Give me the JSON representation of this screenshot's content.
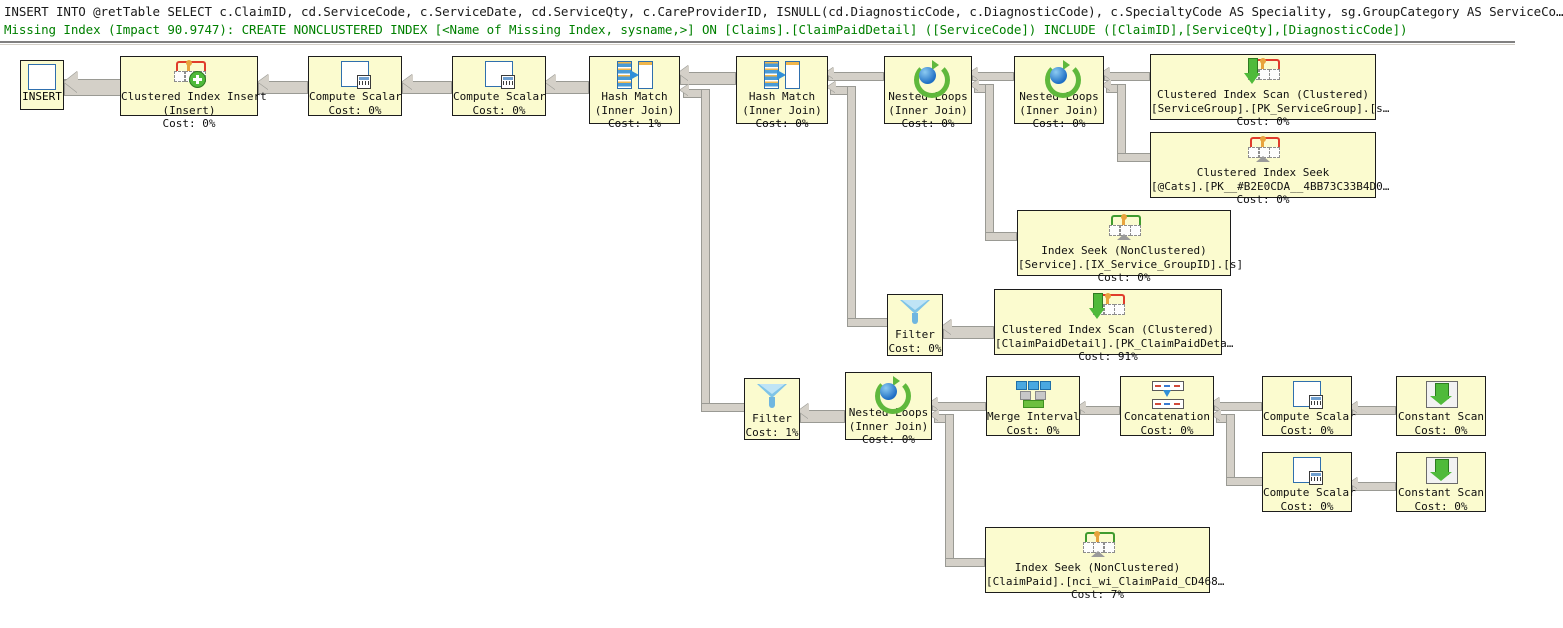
{
  "header": {
    "query_line": "INSERT INTO @retTable SELECT c.ClaimID, cd.ServiceCode, c.ServiceDate, cd.ServiceQty, c.CareProviderID, ISNULL(cd.DiagnosticCode, c.DiagnosticCode), c.SpecialtyCode AS Speciality, sg.GroupCategory AS ServiceCo…",
    "missing_index_line": "Missing Index (Impact 90.9747): CREATE NONCLUSTERED INDEX [<Name of Missing Index, sysname,>] ON [Claims].[ClaimPaidDetail] ([ServiceCode]) INCLUDE ([ClaimID],[ServiceQty],[DiagnosticCode])",
    "missing_index_color": "#008000",
    "query_text_color": "#1a1a1a"
  },
  "theme": {
    "node_fill": "#fbfbcf",
    "node_border": "#1c1c1c",
    "connector_fill": "#d4d0c8",
    "connector_border": "#9a9a94",
    "canvas_background": "#ffffff"
  },
  "nodes": {
    "insert_root": {
      "label": "INSERT",
      "icon": "table-grid-icon"
    },
    "clustered_index_insert": {
      "line1": "Clustered Index Insert",
      "line2": "(Insert)",
      "cost": "Cost: 0%",
      "icon": "index-insert-icon"
    },
    "compute_scalar_1": {
      "line1": "Compute Scalar",
      "cost": "Cost: 0%",
      "icon": "compute-scalar-icon"
    },
    "compute_scalar_2": {
      "line1": "Compute Scalar",
      "cost": "Cost: 0%",
      "icon": "compute-scalar-icon"
    },
    "hash_match_1": {
      "line1": "Hash Match",
      "line2": "(Inner Join)",
      "cost": "Cost: 1%",
      "icon": "hash-match-icon"
    },
    "hash_match_2": {
      "line1": "Hash Match",
      "line2": "(Inner Join)",
      "cost": "Cost: 0%",
      "icon": "hash-match-icon"
    },
    "nested_loops_1": {
      "line1": "Nested Loops",
      "line2": "(Inner Join)",
      "cost": "Cost: 0%",
      "icon": "nested-loops-icon"
    },
    "nested_loops_2": {
      "line1": "Nested Loops",
      "line2": "(Inner Join)",
      "cost": "Cost: 0%",
      "icon": "nested-loops-icon"
    },
    "clustered_index_scan_servicegroup": {
      "line1": "Clustered Index Scan (Clustered)",
      "line2": "[ServiceGroup].[PK_ServiceGroup].[s…",
      "cost": "Cost: 0%",
      "icon": "clustered-index-scan-icon"
    },
    "clustered_index_seek_cats": {
      "line1": "Clustered Index Seek",
      "line2": "[@Cats].[PK__#B2E0CDA__4BB73C33B4D0…",
      "cost": "Cost: 0%",
      "icon": "clustered-index-seek-icon"
    },
    "index_seek_service": {
      "line1": "Index Seek (NonClustered)",
      "line2": "[Service].[IX_Service_GroupID].[s]",
      "cost": "Cost: 0%",
      "icon": "index-seek-icon"
    },
    "filter_1": {
      "line1": "Filter",
      "cost": "Cost: 0%",
      "icon": "filter-icon"
    },
    "clustered_index_scan_claimpaiddetail": {
      "line1": "Clustered Index Scan (Clustered)",
      "line2": "[ClaimPaidDetail].[PK_ClaimPaidDeta…",
      "cost": "Cost: 91%",
      "icon": "clustered-index-scan-icon"
    },
    "filter_2": {
      "line1": "Filter",
      "cost": "Cost: 1%",
      "icon": "filter-icon"
    },
    "nested_loops_3": {
      "line1": "Nested Loops",
      "line2": "(Inner Join)",
      "cost": "Cost: 0%",
      "icon": "nested-loops-icon"
    },
    "merge_interval": {
      "line1": "Merge Interval",
      "cost": "Cost: 0%",
      "icon": "merge-interval-icon"
    },
    "concatenation": {
      "line1": "Concatenation",
      "cost": "Cost: 0%",
      "icon": "concatenation-icon"
    },
    "compute_scalar_3": {
      "line1": "Compute Scalar",
      "cost": "Cost: 0%",
      "icon": "compute-scalar-icon"
    },
    "constant_scan_1": {
      "line1": "Constant Scan",
      "cost": "Cost: 0%",
      "icon": "constant-scan-icon"
    },
    "compute_scalar_4": {
      "line1": "Compute Scalar",
      "cost": "Cost: 0%",
      "icon": "compute-scalar-icon"
    },
    "constant_scan_2": {
      "line1": "Constant Scan",
      "cost": "Cost: 0%",
      "icon": "constant-scan-icon"
    },
    "index_seek_claimpaid": {
      "line1": "Index Seek (NonClustered)",
      "line2": "[ClaimPaid].[nci_wi_ClaimPaid_CD468…",
      "cost": "Cost: 7%",
      "icon": "index-seek-icon"
    }
  }
}
